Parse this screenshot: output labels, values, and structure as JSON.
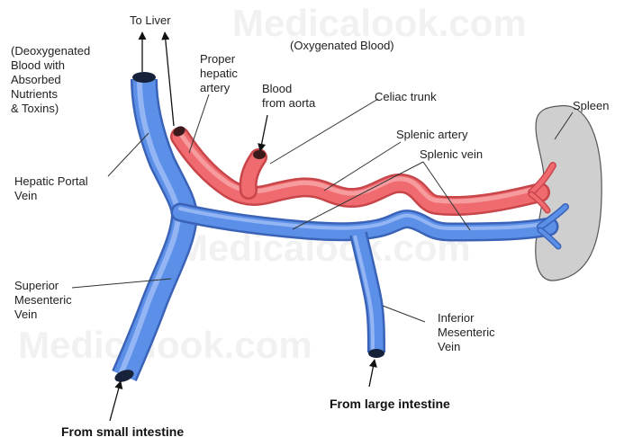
{
  "diagram": {
    "labels": {
      "to_liver": "To Liver",
      "deoxygenated_line1": "(Deoxygenated",
      "deoxygenated_line2": "Blood with",
      "deoxygenated_line3": "Absorbed",
      "deoxygenated_line4": "Nutrients",
      "deoxygenated_line5": "& Toxins)",
      "oxygenated": "(Oxygenated Blood)",
      "proper_hepatic_line1": "Proper",
      "proper_hepatic_line2": "hepatic",
      "proper_hepatic_line3": "artery",
      "blood_from_aorta_line1": "Blood",
      "blood_from_aorta_line2": "from aorta",
      "celiac_trunk": "Celiac trunk",
      "splenic_artery": "Splenic artery",
      "splenic_vein": "Splenic vein",
      "spleen": "Spleen",
      "hepatic_portal_line1": "Hepatic Portal",
      "hepatic_portal_line2": "Vein",
      "superior_mesenteric_line1": "Superior",
      "superior_mesenteric_line2": "Mesenteric",
      "superior_mesenteric_line3": "Vein",
      "inferior_mesenteric_line1": "Inferior",
      "inferior_mesenteric_line2": "Mesenteric",
      "inferior_mesenteric_line3": "Vein",
      "from_large_intestine": "From large intestine",
      "from_small_intestine": "From small intestine"
    },
    "watermark": "Medicalook.com",
    "colors": {
      "vein_fill": "#5b8fe8",
      "vein_highlight": "#9dbcf5",
      "vein_dark": "#3a63b8",
      "artery_fill": "#ef6b6f",
      "artery_highlight": "#f7a9ab",
      "artery_dark": "#c8454a",
      "spleen_fill": "#cfcfcf",
      "spleen_stroke": "#555555"
    }
  }
}
